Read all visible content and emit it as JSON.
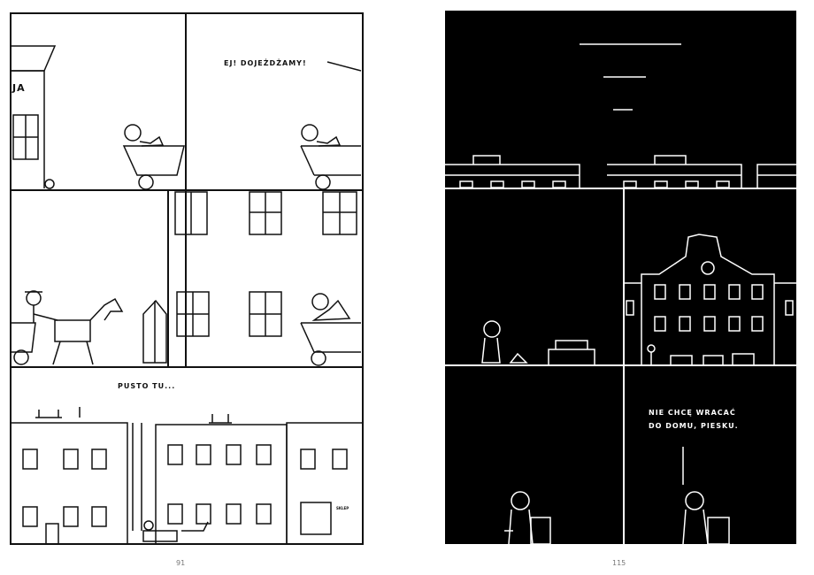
{
  "spread": {
    "left_page": {
      "page_number": "91",
      "speech": [
        "EJ! DOJEŻDŻAMY!",
        "PUSTO TU..."
      ],
      "signs": [
        "JA",
        "SKLEP"
      ]
    },
    "right_page": {
      "page_number": "115",
      "speech_line1": "NIE CHCĘ WRACAĆ",
      "speech_line2": "DO DOMU, PIESKU."
    }
  },
  "colors": {
    "ink": "#111111",
    "paper": "#ffffff",
    "night": "#000000"
  }
}
